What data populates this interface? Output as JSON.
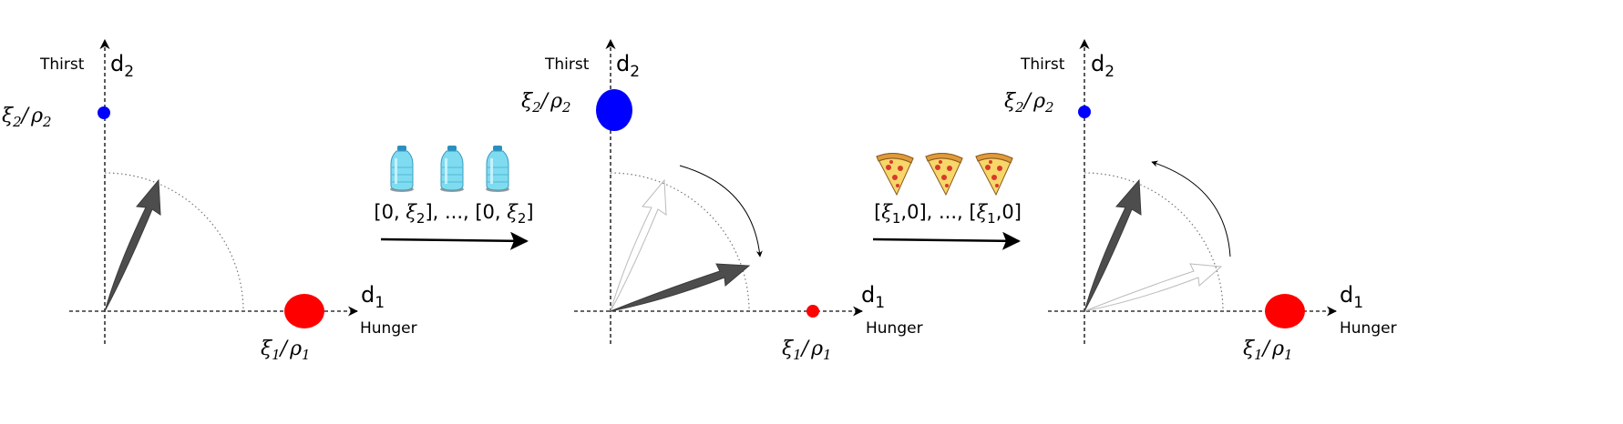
{
  "panels": [
    {
      "y_label": "Thirst",
      "y_axis": "d",
      "y_sub": "2",
      "x_label": "Hunger",
      "x_axis": "d",
      "x_sub": "1",
      "y_point_label": {
        "sym": "ξ",
        "sub": "2",
        "sep": "/",
        "sym2": "ρ",
        "sub2": "2"
      },
      "x_point_label": {
        "sym": "ξ",
        "sub": "1",
        "sep": "/",
        "sym2": "ρ",
        "sub2": "1"
      }
    },
    {
      "y_label": "Thirst",
      "y_axis": "d",
      "y_sub": "2",
      "x_label": "Hunger",
      "x_axis": "d",
      "x_sub": "1",
      "y_point_label": {
        "sym": "ξ",
        "sub": "2",
        "sep": "/",
        "sym2": "ρ",
        "sub2": "2"
      },
      "x_point_label": {
        "sym": "ξ",
        "sub": "1",
        "sep": "/",
        "sym2": "ρ",
        "sub2": "1"
      }
    },
    {
      "y_label": "Thirst",
      "y_axis": "d",
      "y_sub": "2",
      "x_label": "Hunger",
      "x_axis": "d",
      "x_sub": "1",
      "y_point_label": {
        "sym": "ξ",
        "sub": "2",
        "sep": "/",
        "sym2": "ρ",
        "sub2": "2"
      },
      "x_point_label": {
        "sym": "ξ",
        "sub": "1",
        "sep": "/",
        "sym2": "ρ",
        "sub2": "1"
      }
    }
  ],
  "transitions": [
    {
      "icon": "water-bottle",
      "a": "[0, ",
      "sym": "ξ",
      "sub": "2",
      "b": "], ..., [0, ",
      "sym2": "ξ",
      "sub2": "2",
      "c": "]"
    },
    {
      "icon": "pizza-slice",
      "a": "[",
      "sym": "ξ",
      "sub": "1",
      "b": ",0], ..., [",
      "sym2": "ξ",
      "sub2": "1",
      "c": ",0]"
    }
  ],
  "colors": {
    "thirst": "#0000ff",
    "hunger": "#ff0000",
    "vector": "#4d4d4d"
  }
}
